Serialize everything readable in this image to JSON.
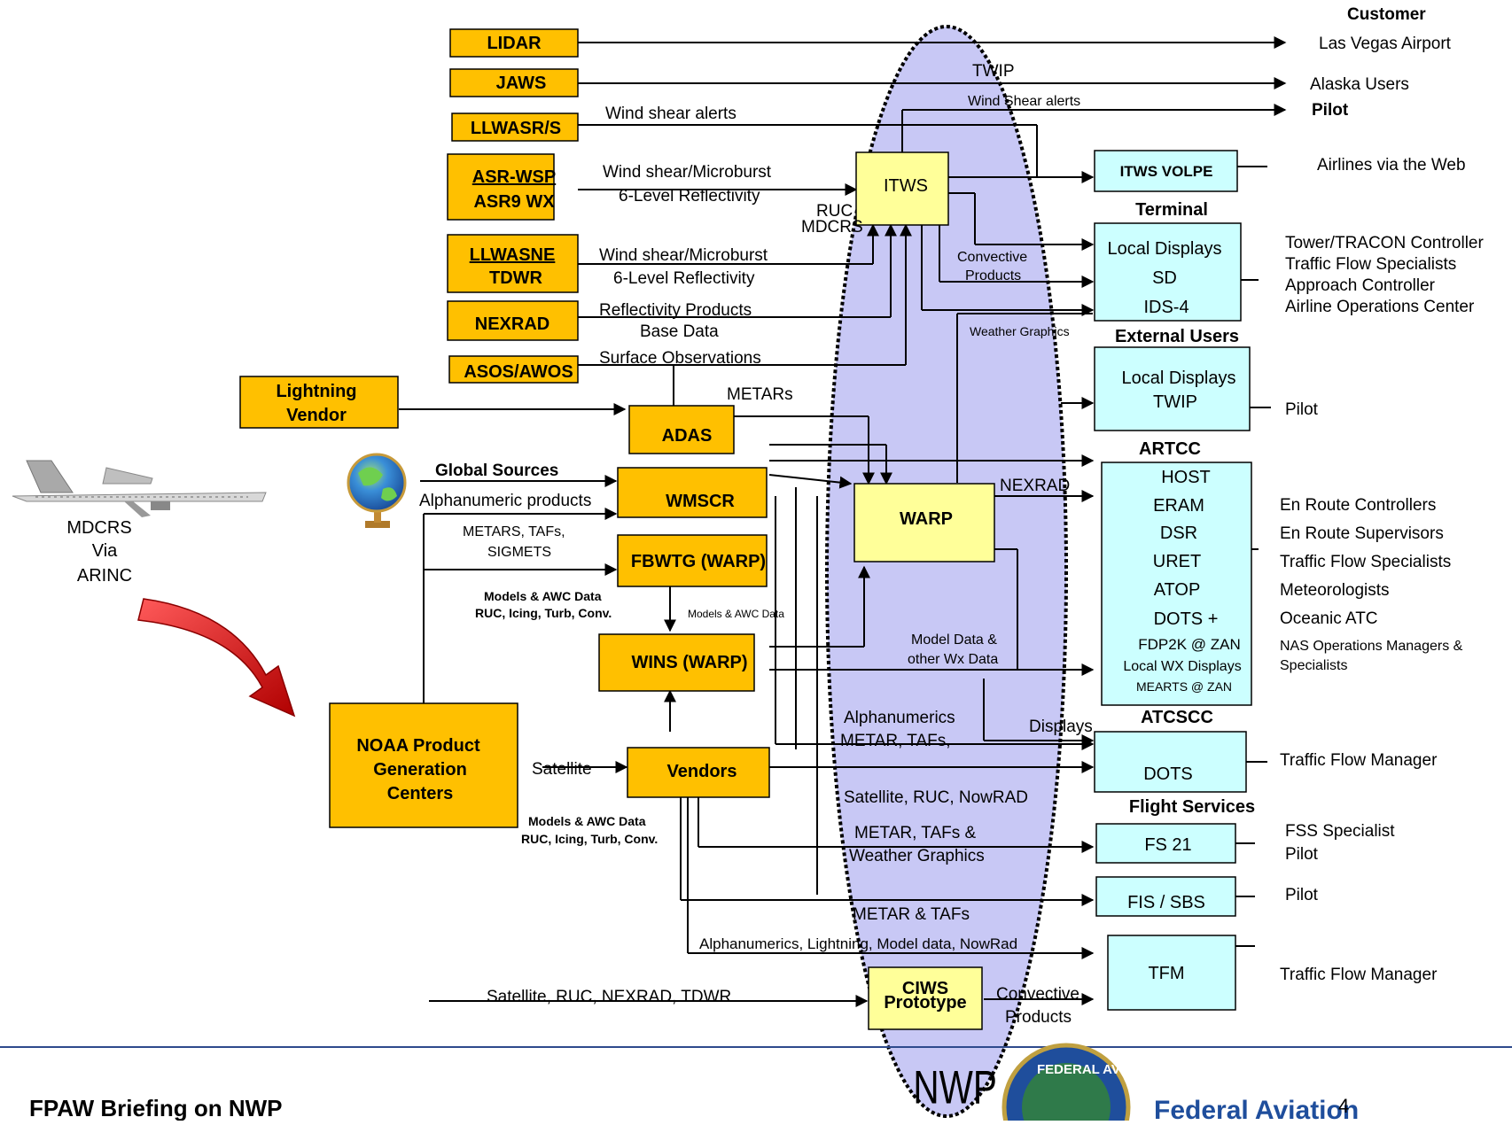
{
  "slide": {
    "footer_left": "FPAW Briefing on NWP",
    "footer_right": "Federal Aviation",
    "page_number": "4",
    "nwp_label": "NWP",
    "seal_text": "FEDERAL AVIATION"
  },
  "colors": {
    "orange_box": "#FFC000",
    "yellow_box": "#FFFF99",
    "cyan_box": "#CCFFFF",
    "ellipse_fill": "#C8C8F5",
    "footer_rule": "#2E4A8C",
    "faa_blue": "#1F4E9C",
    "arrow_red": "#D42020"
  },
  "sources": {
    "lidar": "LIDAR",
    "jaws": "JAWS",
    "llwas_rs": "LLWASR/S",
    "asr_wsp": "ASR-WSP",
    "asr9_wx": "ASR9 WX",
    "llwas_ne": "LLWASNE",
    "tdwr": "TDWR",
    "nexrad": "NEXRAD",
    "asos": "ASOS/AWOS",
    "lightning": "Lightning Vendor",
    "adas": "ADAS",
    "wmscr": "WMSCR",
    "fbwtg": "FBWTG (WARP)",
    "wins": "WINS (WARP)",
    "vendors": "Vendors",
    "noaa": "NOAA Product Generation Centers",
    "itws": "ITWS",
    "warp": "WARP",
    "ciws": "CIWS Prototype"
  },
  "aircraft": {
    "caption": "MDCRS Via ARINC"
  },
  "flow_labels": {
    "twip": "TWIP",
    "wind_shear_alerts_top": "Wind Shear alerts",
    "wind_shear_alerts": "Wind shear alerts",
    "ws_micro_1": "Wind shear/Microburst",
    "reflect_1": "6-Level Reflectivity",
    "ruc": "RUC",
    "mdcrs": "MDCRS",
    "ws_micro_2": "Wind shear/Microburst",
    "reflect_2": "6-Level Reflectivity",
    "reflectivity_products": "Reflectivity Products",
    "base_data": "Base Data",
    "surface_obs": "Surface Observations",
    "metars": "METARs",
    "global_sources": "Global Sources",
    "alphanumeric_products": "Alphanumeric products",
    "metars_tafs_1": "METARS, TAFs,",
    "sigmets": "SIGMETS",
    "models_awc_1": "Models & AWC Data",
    "ruc_icing_1": "RUC, Icing, Turb, Conv.",
    "models_awc_small": "Models & AWC Data",
    "convective_products": "Convective Products",
    "weather_graphics": "Weather Graphics",
    "nexrad_out": "NEXRAD",
    "model_data": "Model Data &",
    "other_wx": "other Wx Data",
    "satellite": "Satellite",
    "alphanumerics": "Alphanumerics",
    "metar_tafs_2": "METAR, TAFs,",
    "displays": "Displays",
    "sat_ruc_nowrad": "Satellite, RUC, NowRAD",
    "models_awc_2": "Models & AWC Data",
    "ruc_icing_2": "RUC, Icing, Turb, Conv.",
    "metar_tafs_amp": "METAR, TAFs &",
    "weather_graphics_2": "Weather Graphics",
    "metar_and_tafs": "METAR & TAFs",
    "alpha_lightning": "Alphanumerics, Lightning, Model data, NowRad",
    "sat_ruc_nexrad_tdwr": "Satellite, RUC, NEXRAD, TDWR",
    "convective_2": "Convective",
    "products_2": "Products"
  },
  "destinations": {
    "itws_volpe": "ITWS VOLPE",
    "terminal_header": "Terminal",
    "terminal_items": [
      "Local Displays",
      "SD",
      "IDS-4"
    ],
    "external_header": "External Users",
    "external_items": [
      "Local Displays",
      "TWIP"
    ],
    "artcc_header": "ARTCC",
    "artcc_items": [
      "HOST",
      "ERAM",
      "DSR",
      "URET",
      "ATOP",
      "DOTS +",
      "FDP2K @ ZAN",
      "Local WX Displays",
      "MEARTS @ ZAN"
    ],
    "atcscc_header": "ATCSCC",
    "atcscc_item": "DOTS",
    "flight_header": "Flight Services",
    "fs21": "FS 21",
    "fis_sbs": "FIS / SBS",
    "tfm": "TFM"
  },
  "customers": {
    "header": "Customer",
    "las_vegas": "Las Vegas Airport",
    "alaska": "Alaska Users",
    "pilot_bold": "Pilot",
    "airlines_web": "Airlines via the Web",
    "terminal_users": [
      "Tower/TRACON Controller",
      "Traffic Flow Specialists",
      "Approach Controller",
      "Airline Operations Center"
    ],
    "external_pilot": "Pilot",
    "artcc_users": [
      "En Route Controllers",
      "En Route Supervisors",
      "Traffic Flow Specialists",
      "Meteorologists",
      "Oceanic ATC",
      "NAS Operations Managers &",
      "Specialists"
    ],
    "atcscc_user": "Traffic Flow Manager",
    "fs_users": [
      "FSS Specialist",
      "Pilot"
    ],
    "fis_user": "Pilot",
    "tfm_user": "Traffic Flow Manager"
  }
}
